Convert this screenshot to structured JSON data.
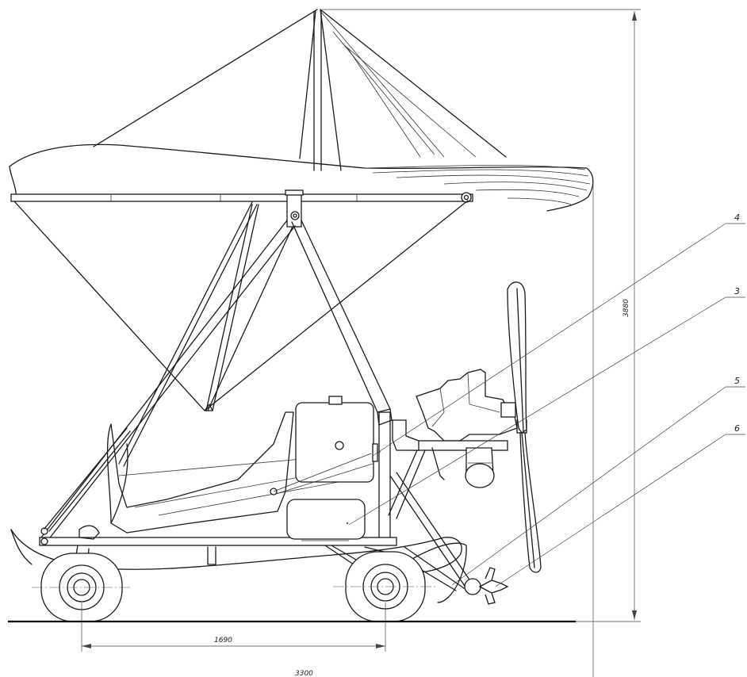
{
  "drawing": {
    "dimensions": {
      "height": "3880",
      "wheelbase": "1690",
      "length": "3300"
    },
    "callouts": [
      "4",
      "3",
      "5",
      "6"
    ],
    "colors": {
      "line": "#1a1a1a",
      "background": "#ffffff"
    }
  }
}
